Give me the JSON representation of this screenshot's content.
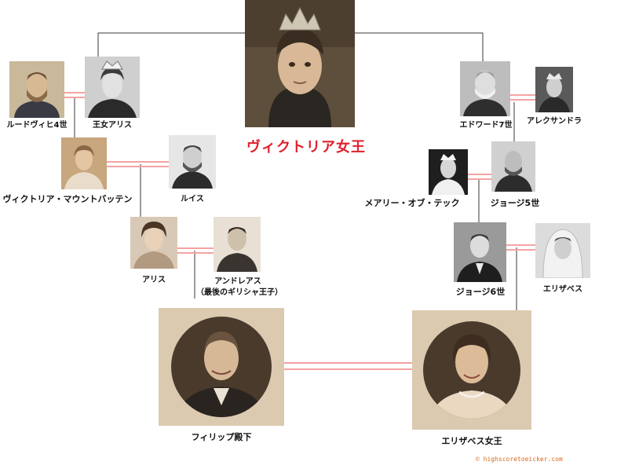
{
  "colors": {
    "line": "#3a3a3a",
    "marriage": "#f4a3a3",
    "title": "#e0202e",
    "copyright": "#d86a1a"
  },
  "people": {
    "victoria": "ヴィクトリア女王",
    "ludwig": "ルードヴィヒ4世",
    "alice_princess": "王女アリス",
    "edward": "エドワード7世",
    "alexandra": "アレクサンドラ",
    "victoria_mb": "ヴィクトリア・マウントバッテン",
    "louis": "ルイス",
    "mary": "メアリー・オブ・テック",
    "george5": "ジョージ5世",
    "alice": "アリス",
    "andreas": "アンドレアス",
    "andreas_note": "（最後のギリシャ王子）",
    "george6": "ジョージ6世",
    "elizabeth_mother": "エリザベス",
    "philip": "フィリップ殿下",
    "elizabeth_queen": "エリザベス女王"
  },
  "copyright": "© highscoretoeicker.com"
}
